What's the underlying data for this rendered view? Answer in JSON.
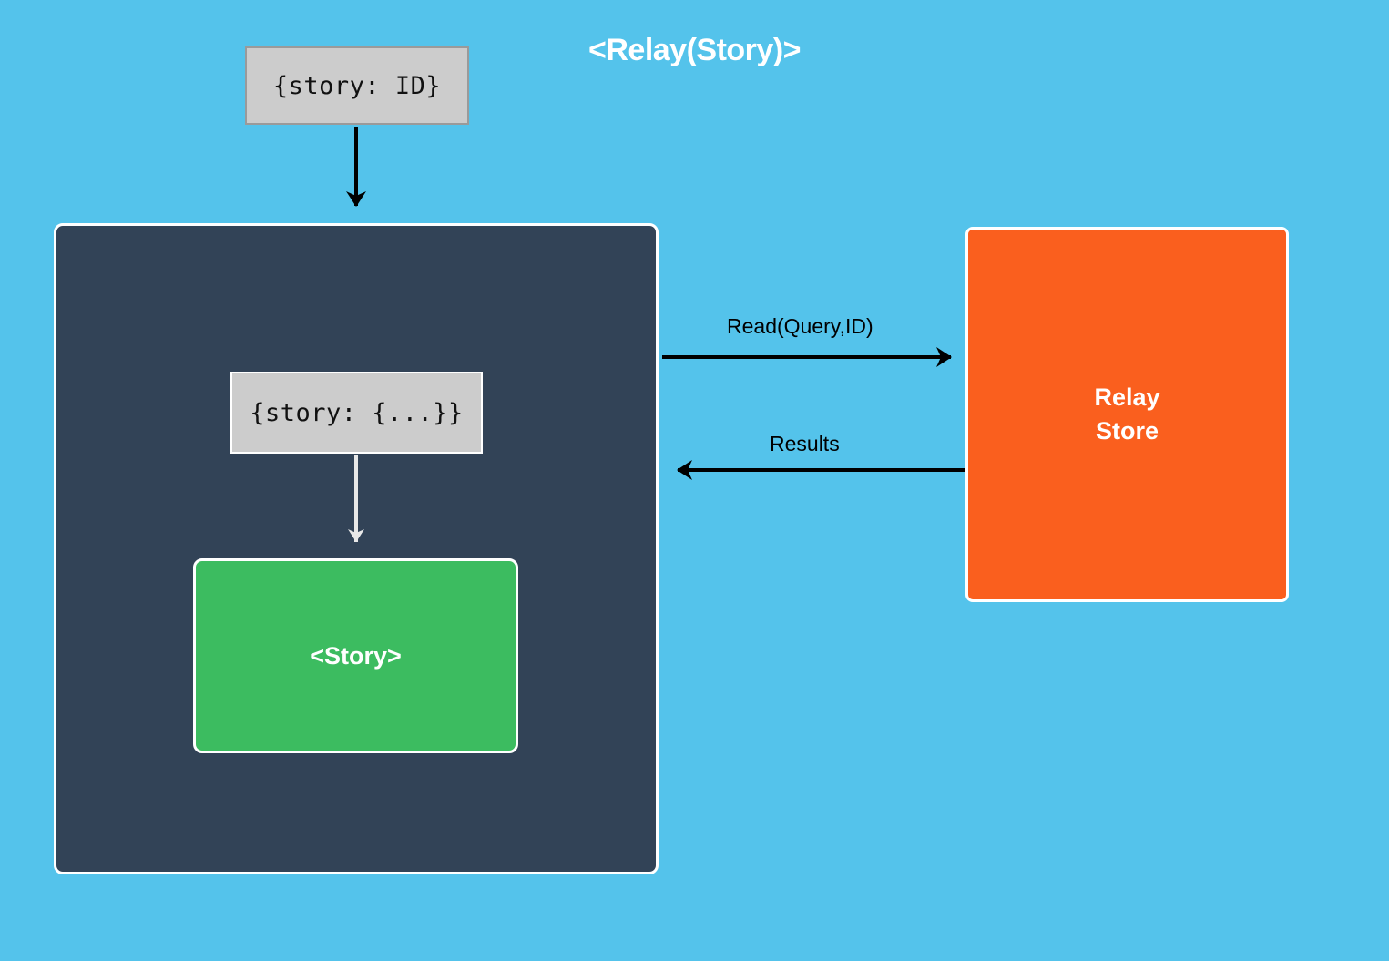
{
  "diagram": {
    "background_color": "#54c3eb",
    "nodes": {
      "query_input": {
        "text": "{story: ID}",
        "fill": "#cccccc",
        "border": "#9a9a9a"
      },
      "relay_container": {
        "title": "<Relay(Story)>",
        "fill": "#324357",
        "border": "#ffffff"
      },
      "resolved_data": {
        "text": "{story: {...}}",
        "fill": "#cccccc",
        "border": "#ffffff"
      },
      "story_component": {
        "label": "<Story>",
        "fill": "#3cbc60",
        "border": "#ffffff"
      },
      "relay_store": {
        "label_line1": "Relay",
        "label_line2": "Store",
        "fill": "#fa5f1e",
        "border": "#ffffff"
      }
    },
    "edges": {
      "read": {
        "label": "Read(Query,ID)",
        "color": "#000000",
        "direction": "right"
      },
      "results": {
        "label": "Results",
        "color": "#000000",
        "direction": "left"
      },
      "prop_in": {
        "label": "",
        "color": "#000000",
        "direction": "down"
      },
      "prop_down": {
        "label": "",
        "color": "#e8e8e8",
        "direction": "down"
      }
    }
  }
}
